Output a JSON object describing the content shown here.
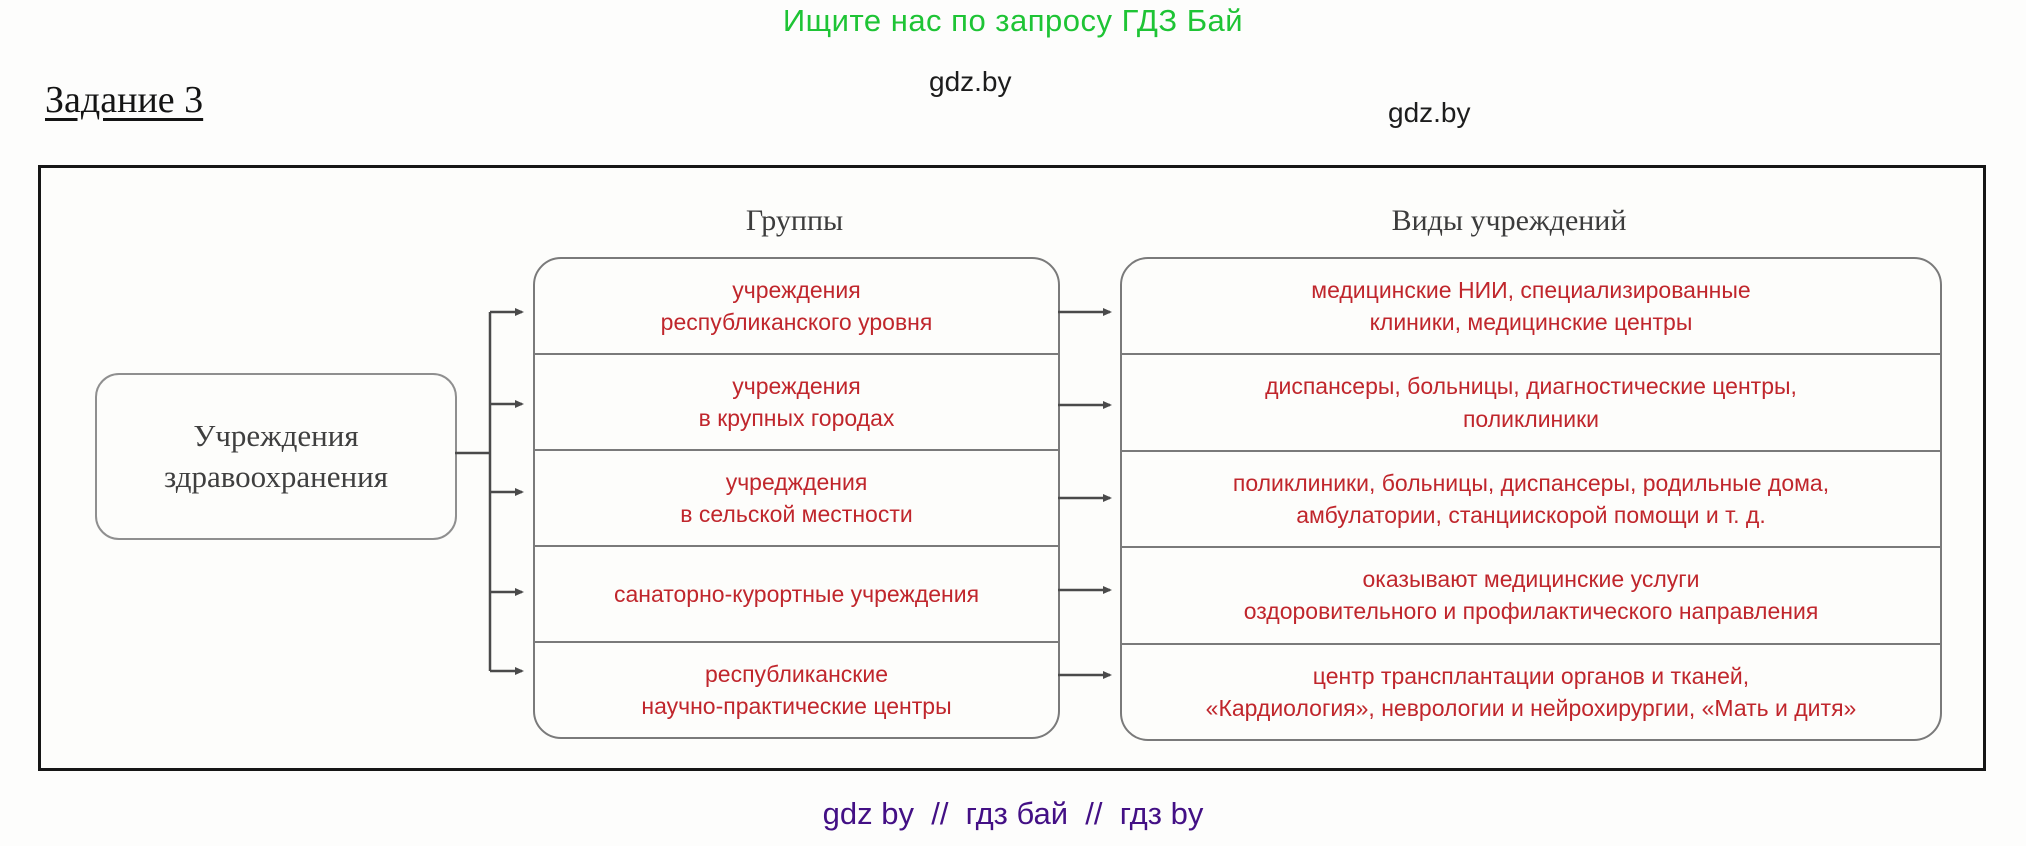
{
  "page": {
    "promo_text": "Ищите нас по запросу ГДЗ Бай",
    "task_title": "Задание 3",
    "watermark": "gdz.by",
    "footer_text": "gdz by  //  гдз бай  //  гдз by"
  },
  "diagram": {
    "root_label": "Учреждения\nздравоохранения",
    "groups_header": "Группы",
    "types_header": "Виды учреждений",
    "rows": [
      {
        "group": "учреждения\nреспубликанского уровня",
        "type": "медицинские НИИ, специализированные\nклиники, медицинские центры"
      },
      {
        "group": "учреждения\nв крупных городах",
        "type": "диспансеры, больницы, диагностические центры,\nполиклиники"
      },
      {
        "group": "учредждения\nв сельской местности",
        "type": "поликлиники, больницы, диспансеры, родильные дома,\nамбулатории, станциискорой помощи и т. д."
      },
      {
        "group": "санаторно-курортные учреждения",
        "type": "оказывают медицинские услуги\nоздоровительного и профилактического направления"
      },
      {
        "group": "республиканские\nнаучно-практические центры",
        "type": "центр трансплантации органов и тканей,\n«Кардиология», неврологии и нейрохирургии, «Мать и дитя»"
      }
    ]
  },
  "colors": {
    "promo_green": "#1ec435",
    "row_text_red": "#c0262c",
    "footer_purple": "#431085",
    "box_border_gray": "#7a7a7a",
    "outer_border_black": "#161616"
  }
}
